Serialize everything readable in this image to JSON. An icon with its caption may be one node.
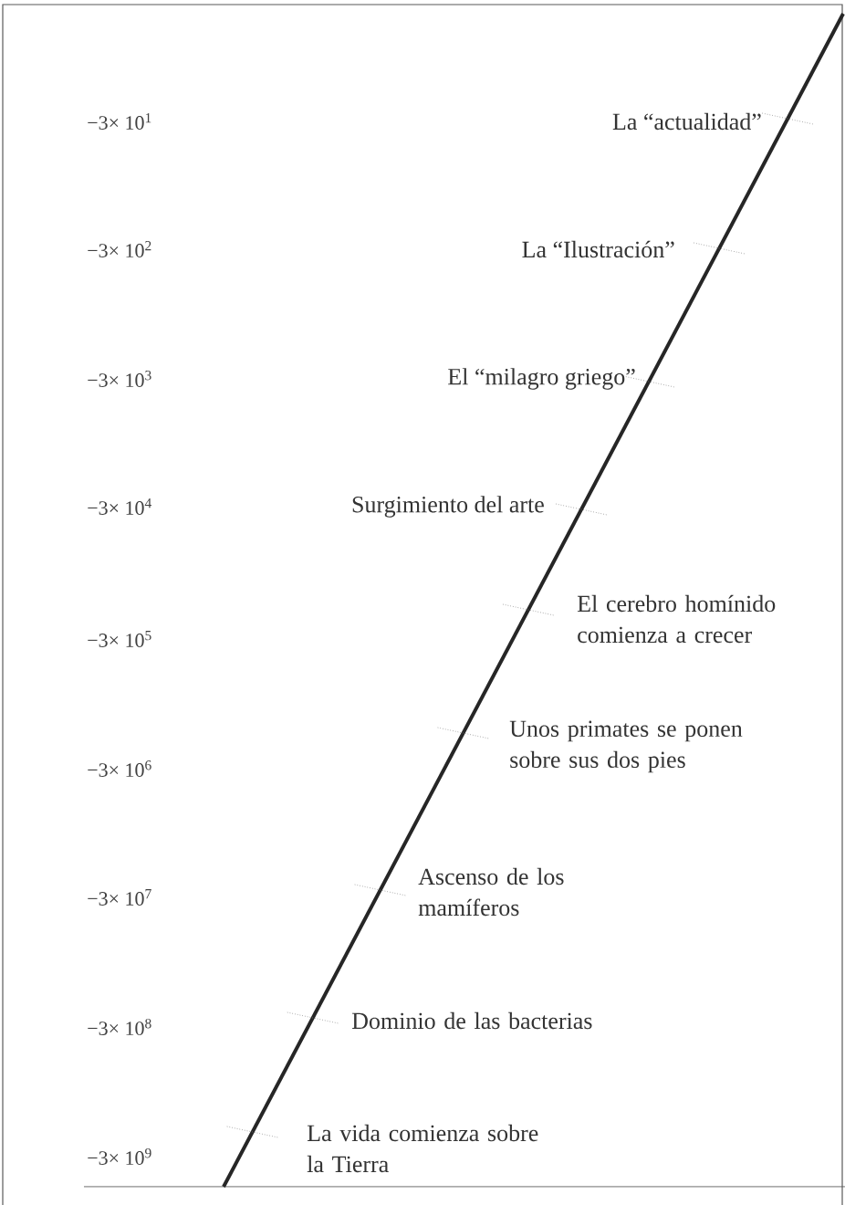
{
  "diagram": {
    "labels": [
      "−3× 10$^{1}$",
      "La “actualidad”",
      "−3× 10$^{2}$",
      "La “Ilustración”",
      "−3× 10$^{3}$",
      "El “milagro griego”",
      "−3× 10$^{4}$",
      "Surgimiento del arte",
      "El cerebro homínido comienza a crecer",
      "−3× 10$^{5}$",
      "Unos primates se ponen sobre sus dos pies",
      "−3× 10$^{6}$",
      "−3× 10$^{7}$",
      "Ascenso de los mamíferos",
      "−3× 10$^{8}$",
      "Dominio de las bacterias",
      "−3× 10$^{9}$",
      "La vida comienza sobre la Tierra"
    ]
  }
}
